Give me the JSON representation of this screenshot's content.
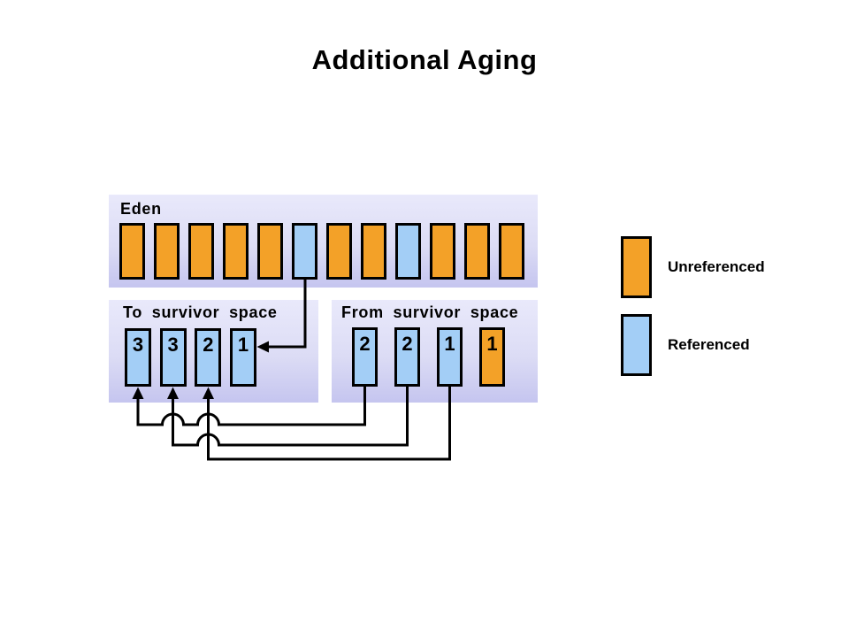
{
  "title": "Additional Aging",
  "colors": {
    "unreferenced": "#F3A128",
    "referenced": "#A3CEF6",
    "panel_top": "#E9E9FB",
    "panel_bottom": "#C5C5EF",
    "connector": "#000000"
  },
  "eden": {
    "label": "Eden",
    "cells": [
      {
        "type": "unreferenced"
      },
      {
        "type": "unreferenced"
      },
      {
        "type": "unreferenced"
      },
      {
        "type": "unreferenced"
      },
      {
        "type": "unreferenced"
      },
      {
        "type": "referenced"
      },
      {
        "type": "unreferenced"
      },
      {
        "type": "unreferenced"
      },
      {
        "type": "referenced"
      },
      {
        "type": "unreferenced"
      },
      {
        "type": "unreferenced"
      },
      {
        "type": "unreferenced"
      }
    ]
  },
  "to_survivor": {
    "label": "To survivor space",
    "cells": [
      {
        "type": "referenced",
        "age": "3"
      },
      {
        "type": "referenced",
        "age": "3"
      },
      {
        "type": "referenced",
        "age": "2"
      },
      {
        "type": "referenced",
        "age": "1"
      }
    ]
  },
  "from_survivor": {
    "label": "From survivor space",
    "cells": [
      {
        "type": "referenced",
        "age": "2"
      },
      {
        "type": "referenced",
        "age": "2"
      },
      {
        "type": "referenced",
        "age": "1"
      },
      {
        "type": "unreferenced",
        "age": "1"
      }
    ]
  },
  "legend": {
    "items": [
      {
        "type": "unreferenced",
        "label": "Unreferenced"
      },
      {
        "type": "referenced",
        "label": "Referenced"
      }
    ]
  },
  "connections": [
    {
      "from": "eden referenced cell 6",
      "to": "to-survivor cell age 1"
    },
    {
      "from": "from-survivor cell 1 (age 2)",
      "to": "to-survivor cell 1 (age 3)"
    },
    {
      "from": "from-survivor cell 2 (age 2)",
      "to": "to-survivor cell 2 (age 3)"
    },
    {
      "from": "from-survivor cell 3 (age 1)",
      "to": "to-survivor cell 3 (age 2)"
    }
  ]
}
